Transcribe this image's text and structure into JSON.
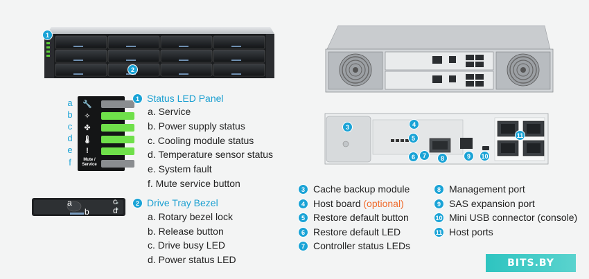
{
  "badges": {
    "b1": "1",
    "b2": "2",
    "b3": "3",
    "b4": "4",
    "b5": "5",
    "b6": "6",
    "b7": "7",
    "b8": "8",
    "b9": "9",
    "b10": "10",
    "b11": "11"
  },
  "status_led_panel": {
    "title": "Status LED Panel",
    "items": [
      "a. Service",
      "b. Power supply status",
      "c. Cooling module status",
      "d. Temperature sensor status",
      "e. System fault",
      "f. Mute service button"
    ],
    "letters": [
      "a",
      "b",
      "c",
      "d",
      "e",
      "f"
    ],
    "mute_label_line1": "Mute /",
    "mute_label_line2": "Service"
  },
  "drive_tray_bezel": {
    "title": "Drive Tray Bezel",
    "items": [
      "a. Rotary bezel lock",
      "b. Release button",
      "c. Drive busy LED",
      "d. Power status LED"
    ],
    "letters": [
      "a",
      "b",
      "c",
      "d"
    ]
  },
  "legend": {
    "cache_backup": "Cache backup module",
    "host_board": "Host board",
    "host_board_optional": "(optional)",
    "restore_button": "Restore default button",
    "restore_led": "Restore default LED",
    "controller_leds": "Controller status LEDs",
    "management_port": "Management port",
    "sas_port": "SAS expansion port",
    "mini_usb": "Mini USB connector (console)",
    "host_ports": "Host ports"
  },
  "watermark": "BITS.BY",
  "colors": {
    "accent": "#1aa3d6",
    "optional": "#ef6a2b",
    "led_green": "#6fe04a",
    "watermark": "#3ccac6"
  }
}
